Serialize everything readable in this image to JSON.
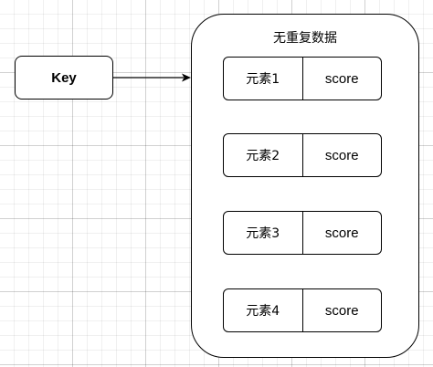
{
  "key": {
    "label": "Key"
  },
  "container": {
    "title": "无重复数据"
  },
  "members": [
    {
      "element": "元素1",
      "score": "score"
    },
    {
      "element": "元素2",
      "score": "score"
    },
    {
      "element": "元素3",
      "score": "score"
    },
    {
      "element": "元素4",
      "score": "score"
    }
  ],
  "colors": {
    "stroke": "#000000",
    "background": "#ffffff"
  }
}
